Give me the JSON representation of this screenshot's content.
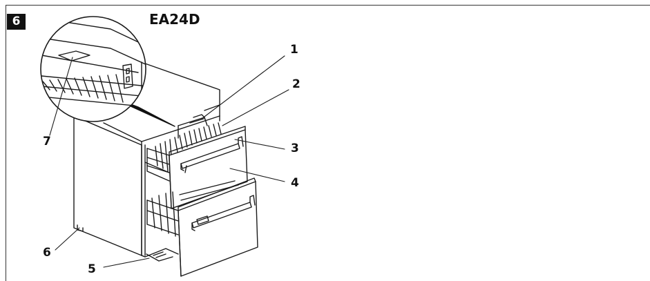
{
  "figure_number": "6",
  "model": "EA24D",
  "callouts": [
    {
      "label": "1",
      "part": "interior-light"
    },
    {
      "label": "2",
      "part": "upper-drawer-top-edge"
    },
    {
      "label": "3",
      "part": "upper-drawer-handle"
    },
    {
      "label": "4",
      "part": "upper-drawer-front"
    },
    {
      "label": "5",
      "part": "kick-plate"
    },
    {
      "label": "6",
      "part": "leveling-foot"
    },
    {
      "label": "7",
      "part": "rating-label"
    }
  ],
  "colors": {
    "line": "#1a1a1a",
    "frame": "#333333",
    "badge_bg": "#111111",
    "badge_text": "#ffffff"
  }
}
